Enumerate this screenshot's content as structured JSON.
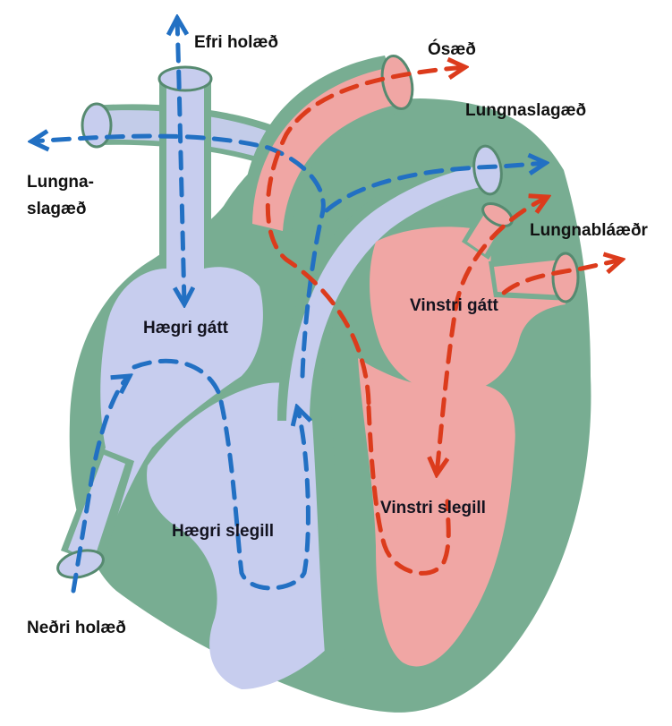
{
  "labels": {
    "superior_vena_cava": "Efri holæð",
    "aorta": "Ósæð",
    "pulmonary_artery_right": "Lungnaslagæð",
    "pulmonary_artery_left_line1": "Lungna-",
    "pulmonary_artery_left_line2": "slagæð",
    "pulmonary_veins": "Lungnabláæðr",
    "right_atrium": "Hægri gátt",
    "left_atrium": "Vinstri gátt",
    "right_ventricle": "Hægri slegill",
    "left_ventricle": "Vinstri slegill",
    "inferior_vena_cava": "Neðri holæð"
  },
  "colors": {
    "wall": "#78ad92",
    "wall_dark": "#568a70",
    "deoxygenated_fill": "#c7cdee",
    "deoxygenated_flow": "#2270c3",
    "oxygenated_fill": "#f0a6a4",
    "oxygenated_flow": "#dc3b1c",
    "background": "#ffffff"
  }
}
